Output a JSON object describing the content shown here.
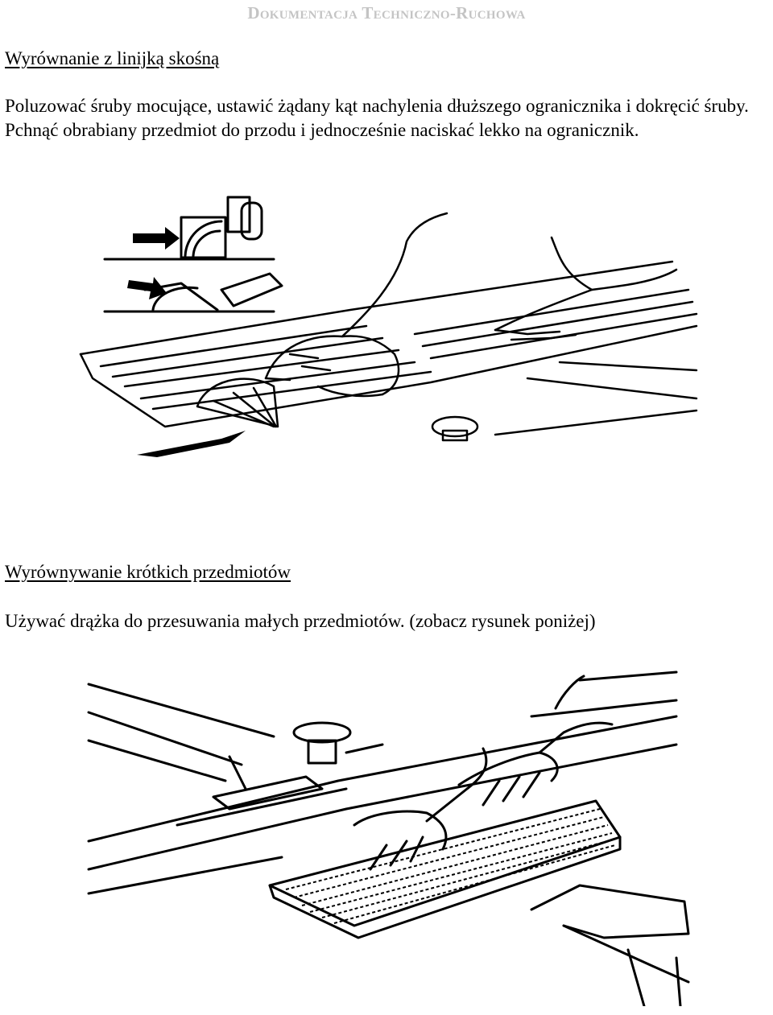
{
  "header": {
    "title": "Dokumentacja Techniczno-Ruchowa"
  },
  "section1": {
    "heading": "Wyrównanie z linijką skośną",
    "text": "Poluzować śruby mocujące, ustawić żądany kąt nachylenia dłuższego ogranicznika i dokręcić śruby. Pchnąć obrabiany przedmiot do przodu i jednocześnie naciskać lekko na ogranicznik."
  },
  "section2": {
    "heading": "Wyrównywanie krótkich przedmiotów",
    "text": "Używać drążka do przesuwania małych przedmiotów. (zobacz rysunek poniżej)"
  }
}
